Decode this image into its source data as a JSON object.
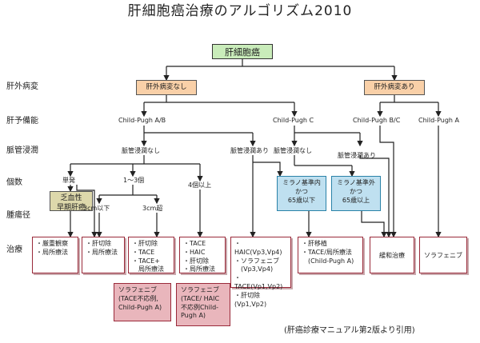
{
  "title": "肝細胞癌治療のアルゴリズム2010",
  "citation": "(肝癌診療マニュアル第2版より引用)",
  "row_labels": {
    "extrahepatic": "肝外病変",
    "liver_reserve": "肝予備能",
    "vascular_invasion": "脈管浸潤",
    "count": "個数",
    "tumor_size": "腫瘍径",
    "treatment": "治療"
  },
  "root": "肝細胞癌",
  "extrahepatic": {
    "none": "肝外病変なし",
    "present": "肝外病変あり"
  },
  "liver_reserve": {
    "ab": "Child-Pugh A/B",
    "c": "Child-Pugh C",
    "bc": "Child-Pugh B/C",
    "a": "Child-Pugh A"
  },
  "vascular": {
    "none_left": "脈管浸潤なし",
    "present": "脈管浸潤あり",
    "none_right": "脈管浸潤なし",
    "present_right": "脈管浸潤あり"
  },
  "count": {
    "single": "単発",
    "one_to_three": "1～3個",
    "four_plus": "4個以上"
  },
  "hypovascular_box": [
    "乏血性",
    "早期肝癌"
  ],
  "milan_in": [
    "ミラノ基準内",
    "かつ",
    "65歳以下"
  ],
  "milan_out": [
    "ミラノ基準外",
    "かつ",
    "65歳以上"
  ],
  "tumor_size": {
    "small": "3cm以下",
    "large": "3cm超"
  },
  "treatments": {
    "observe": [
      "・厳重観察",
      "・局所療法"
    ],
    "resect_local": [
      "・肝切除",
      "・局所療法"
    ],
    "resect_tace": [
      "・肝切除",
      "・TACE",
      "・TACE+",
      "　局所療法"
    ],
    "tace_haic": [
      "・TACE",
      "・HAIC",
      "・肝切除",
      "・局所療法"
    ],
    "haic_list": [
      "・HAIC(Vp3,Vp4)",
      "・ソラフェニブ",
      "　(Vp3,Vp4)",
      "・TACE(Vp1,Vp2)",
      "・肝切除(Vp1,Vp2)"
    ],
    "transplant": [
      "・肝移植",
      "・TACE/局所療法",
      "　(Child-Pugh A)"
    ],
    "palliative": "緩和治療",
    "sorafenib": "ソラフェニブ"
  },
  "sorafenib_notes": {
    "tace": [
      "ソラフェニブ",
      "(TACE不応例,",
      "Child-Pugh A)"
    ],
    "haic": [
      "ソラフェニブ",
      "(TACE/ HAIC",
      "不応例Child-",
      "Pugh A)"
    ]
  },
  "colors": {
    "root_green": "#c9ecba",
    "orange": "#f9d0a8",
    "milan_blue": "#bfe0f0",
    "hypovascular_olive": "#ddd8ab",
    "treatment_border": "#9a2a3a",
    "sorafenib_pink": "#e9b6bc"
  }
}
